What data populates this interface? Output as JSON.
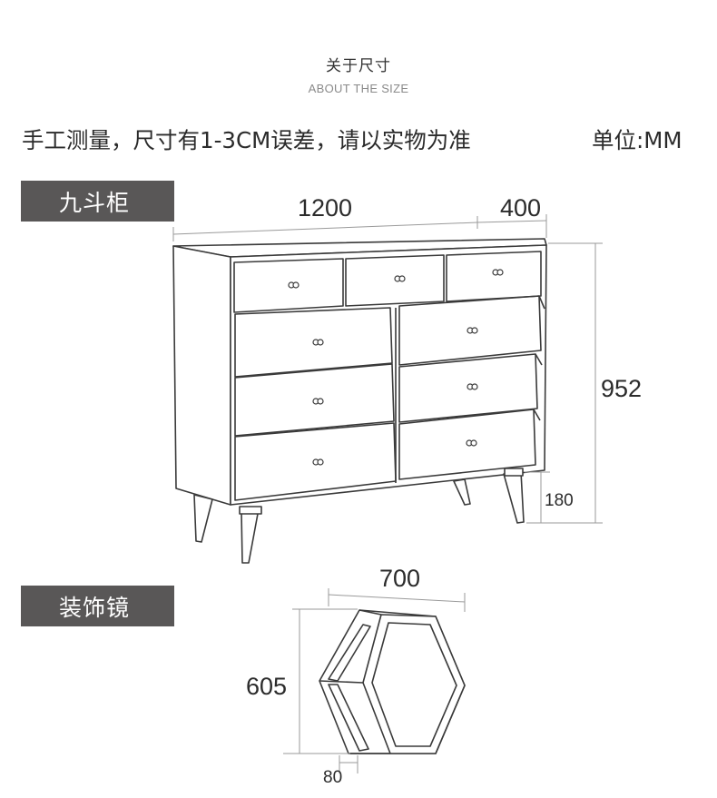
{
  "header": {
    "title_zh": "关于尺寸",
    "title_en": "ABOUT THE SIZE"
  },
  "note": {
    "text": "手工测量，尺寸有1-3CM误差，请以实物为准",
    "unit": "单位:MM"
  },
  "cabinet": {
    "label": "九斗柜",
    "width": "1200",
    "depth": "400",
    "height": "952",
    "leg_height": "180",
    "drawers": {
      "top_row": 3,
      "left_column": 3,
      "right_column": 3
    }
  },
  "mirror": {
    "label": "装饰镜",
    "width": "700",
    "height": "605",
    "thickness": "80",
    "shape": "hexagon"
  },
  "colors": {
    "tag_background": "#595757",
    "tag_text": "#ffffff",
    "line": "#3a3a3a",
    "dimension_line": "#9a9a9a"
  }
}
